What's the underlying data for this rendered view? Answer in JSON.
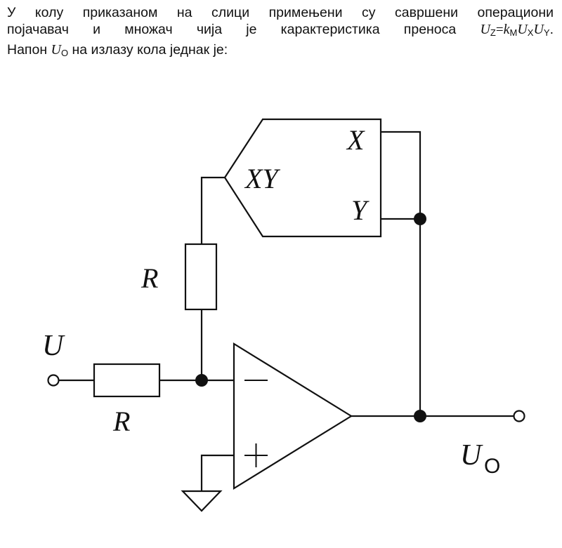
{
  "question": {
    "line1": "У колу приказаном на слици примењени су савршени операциони",
    "line2_text": "појачавач и множач чија је карактеристика преноса ",
    "line3_a": "Напон ",
    "line3_b": " на излазу кола једнак је:",
    "formula": {
      "uz": "U",
      "uz_sub": "Z",
      "eq": "=",
      "k": "k",
      "k_sub": "M",
      "ux": "U",
      "ux_sub": "X",
      "uy": "U",
      "uy_sub": "Y",
      "end": "."
    },
    "uo": "U",
    "uo_sub": "O"
  },
  "circuit": {
    "multiplier_output_label": "XY",
    "multiplier_input_x": "X",
    "multiplier_input_y": "Y",
    "feedback_resistor_label": "R",
    "input_resistor_label": "R",
    "input_label": "U",
    "output_label": "U",
    "output_label_sub": "O",
    "opamp_minus": "−",
    "opamp_plus": "+"
  }
}
